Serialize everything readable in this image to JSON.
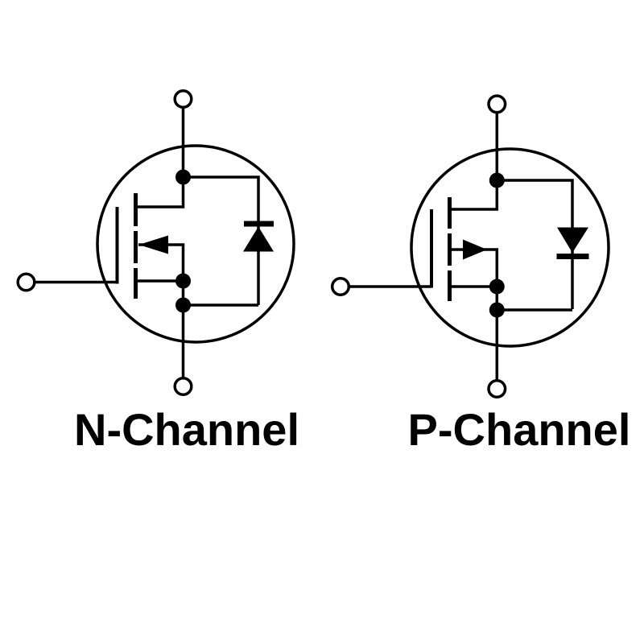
{
  "page": {
    "background_color": "#ffffff",
    "line_color": "#000000"
  },
  "diagram": {
    "kind": "MOSFET schematic symbols with body diodes",
    "devices": [
      {
        "id": "n-channel-mosfet",
        "label": "N-Channel"
      },
      {
        "id": "p-channel-mosfet",
        "label": "P-Channel"
      }
    ]
  }
}
